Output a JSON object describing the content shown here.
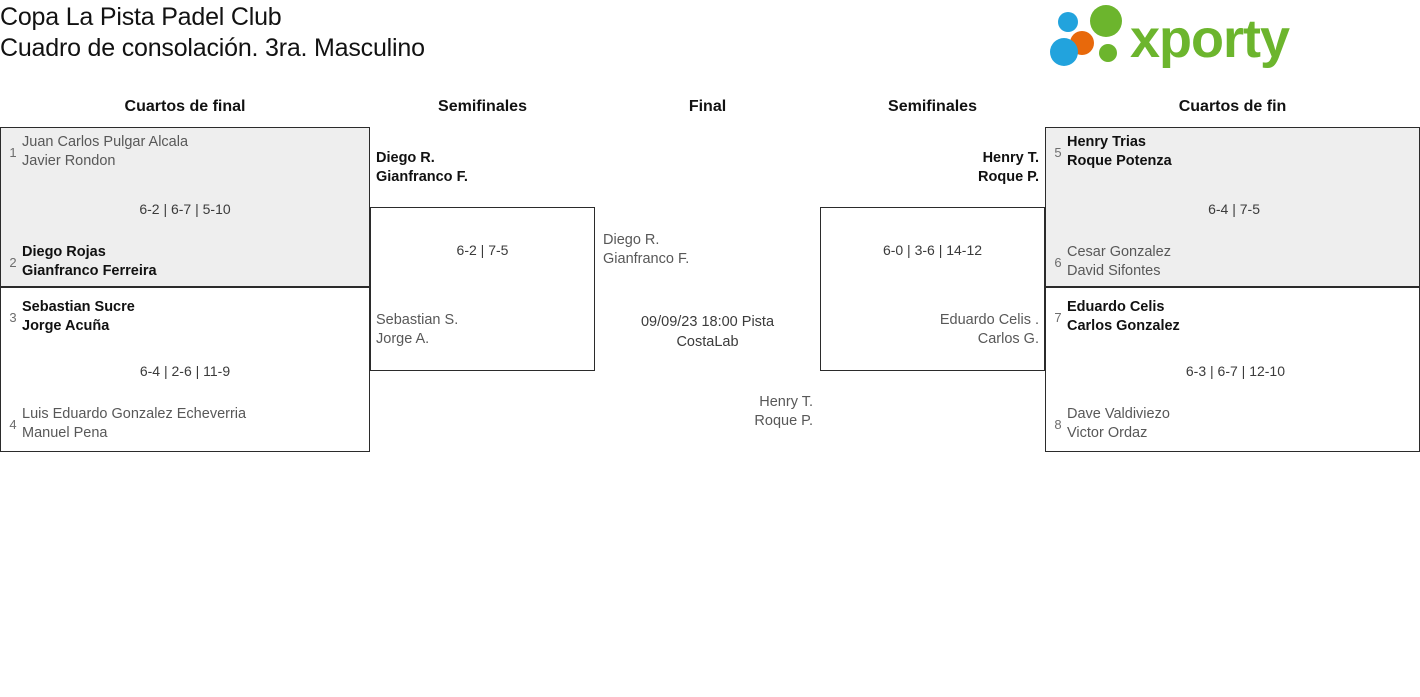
{
  "header": {
    "title_line1": "Copa La Pista Padel Club",
    "title_line2": "Cuadro de consolación. 3ra. Masculino",
    "logo_text": "xporty",
    "logo_colors": {
      "green": "#6cb52d",
      "blue": "#22a3dd",
      "orange": "#e8690b"
    }
  },
  "columns": {
    "qf_left": "Cuartos de final",
    "sf_left": "Semifinales",
    "final": "Final",
    "sf_right": "Semifinales",
    "qf_right": "Cuartos de fin"
  },
  "bracket": {
    "quarterfinals_left": [
      {
        "highlighted": true,
        "score": "6-2 | 6-7 | 5-10",
        "teams": [
          {
            "seed": "1",
            "player1": "Juan Carlos Pulgar Alcala",
            "player2": "Javier Rondon",
            "winner": false
          },
          {
            "seed": "2",
            "player1": "Diego Rojas",
            "player2": "Gianfranco Ferreira",
            "winner": true
          }
        ]
      },
      {
        "highlighted": false,
        "score": "6-4 | 2-6 | 11-9",
        "teams": [
          {
            "seed": "3",
            "player1": "Sebastian Sucre",
            "player2": "Jorge Acuña",
            "winner": true
          },
          {
            "seed": "4",
            "player1": "Luis Eduardo Gonzalez Echeverria",
            "player2": "Manuel Pena",
            "winner": false
          }
        ]
      }
    ],
    "semifinal_left": {
      "score": "6-2 | 7-5",
      "teams": [
        {
          "player1": "Diego R.",
          "player2": "Gianfranco F.",
          "winner": true
        },
        {
          "player1": "Sebastian S.",
          "player2": "Jorge A.",
          "winner": false
        }
      ]
    },
    "final": {
      "schedule_line1": "09/09/23 18:00 Pista",
      "schedule_line2": "CostaLab",
      "teams": [
        {
          "player1": "Diego R.",
          "player2": "Gianfranco F.",
          "winner": false
        },
        {
          "player1": "Henry T.",
          "player2": "Roque P.",
          "winner": false
        }
      ]
    },
    "semifinal_right": {
      "score": "6-0 | 3-6 | 14-12",
      "teams": [
        {
          "player1": "Henry T.",
          "player2": "Roque P.",
          "winner": true
        },
        {
          "player1": "Eduardo Celis .",
          "player2": "Carlos G.",
          "winner": false
        }
      ]
    },
    "quarterfinals_right": [
      {
        "highlighted": true,
        "score": "6-4 | 7-5",
        "teams": [
          {
            "seed": "5",
            "player1": "Henry Trias",
            "player2": "Roque Potenza",
            "winner": true
          },
          {
            "seed": "6",
            "player1": "Cesar Gonzalez",
            "player2": "David Sifontes",
            "winner": false
          }
        ]
      },
      {
        "highlighted": false,
        "score": "6-3 | 6-7 | 12-10",
        "teams": [
          {
            "seed": "7",
            "player1": "Eduardo Celis",
            "player2": "Carlos Gonzalez",
            "winner": true
          },
          {
            "seed": "8",
            "player1": "Dave Valdiviezo",
            "player2": "Victor Ordaz",
            "winner": false
          }
        ]
      }
    ]
  }
}
